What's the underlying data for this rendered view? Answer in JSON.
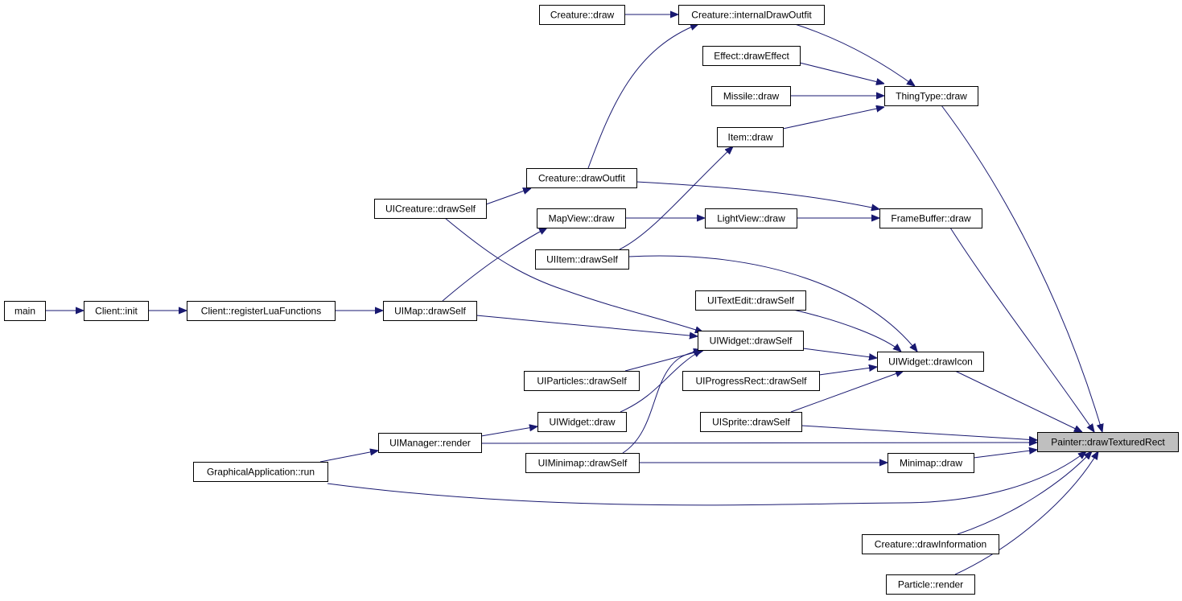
{
  "graph": {
    "target_node": "Painter::drawTexturedRect",
    "colors": {
      "edge": "#191970",
      "node_border": "#000000",
      "node_fill": "#ffffff",
      "target_fill": "#bfbfbf"
    },
    "nodes": [
      {
        "id": "creature_draw",
        "label": "Creature::draw"
      },
      {
        "id": "creature_internalDrawOutfit",
        "label": "Creature::internalDrawOutfit"
      },
      {
        "id": "effect_drawEffect",
        "label": "Effect::drawEffect"
      },
      {
        "id": "missile_draw",
        "label": "Missile::draw"
      },
      {
        "id": "thingtype_draw",
        "label": "ThingType::draw"
      },
      {
        "id": "item_draw",
        "label": "Item::draw"
      },
      {
        "id": "creature_drawOutfit",
        "label": "Creature::drawOutfit"
      },
      {
        "id": "uicreature_drawSelf",
        "label": "UICreature::drawSelf"
      },
      {
        "id": "mapview_draw",
        "label": "MapView::draw"
      },
      {
        "id": "lightview_draw",
        "label": "LightView::draw"
      },
      {
        "id": "framebuffer_draw",
        "label": "FrameBuffer::draw"
      },
      {
        "id": "uiitem_drawSelf",
        "label": "UIItem::drawSelf"
      },
      {
        "id": "main",
        "label": "main"
      },
      {
        "id": "client_init",
        "label": "Client::init"
      },
      {
        "id": "client_registerLuaFunctions",
        "label": "Client::registerLuaFunctions"
      },
      {
        "id": "uimap_drawSelf",
        "label": "UIMap::drawSelf"
      },
      {
        "id": "uitextedit_drawSelf",
        "label": "UITextEdit::drawSelf"
      },
      {
        "id": "uiwidget_drawSelf",
        "label": "UIWidget::drawSelf"
      },
      {
        "id": "uiwidget_drawIcon",
        "label": "UIWidget::drawIcon"
      },
      {
        "id": "uiparticles_drawSelf",
        "label": "UIParticles::drawSelf"
      },
      {
        "id": "uiprogressrect_drawSelf",
        "label": "UIProgressRect::drawSelf"
      },
      {
        "id": "uisprite_drawSelf",
        "label": "UISprite::drawSelf"
      },
      {
        "id": "uiwidget_draw",
        "label": "UIWidget::draw"
      },
      {
        "id": "uimanager_render",
        "label": "UIManager::render"
      },
      {
        "id": "painter_drawTexturedRect",
        "label": "Painter::drawTexturedRect"
      },
      {
        "id": "uiminimap_drawSelf",
        "label": "UIMinimap::drawSelf"
      },
      {
        "id": "minimap_draw",
        "label": "Minimap::draw"
      },
      {
        "id": "graphicalapplication_run",
        "label": "GraphicalApplication::run"
      },
      {
        "id": "creature_drawInformation",
        "label": "Creature::drawInformation"
      },
      {
        "id": "particle_render",
        "label": "Particle::render"
      }
    ],
    "edges": [
      {
        "from": "creature_draw",
        "to": "creature_internalDrawOutfit"
      },
      {
        "from": "creature_drawOutfit",
        "to": "creature_internalDrawOutfit"
      },
      {
        "from": "creature_internalDrawOutfit",
        "to": "thingtype_draw"
      },
      {
        "from": "effect_drawEffect",
        "to": "thingtype_draw"
      },
      {
        "from": "missile_draw",
        "to": "thingtype_draw"
      },
      {
        "from": "item_draw",
        "to": "thingtype_draw"
      },
      {
        "from": "uiitem_drawSelf",
        "to": "item_draw"
      },
      {
        "from": "uicreature_drawSelf",
        "to": "creature_drawOutfit"
      },
      {
        "from": "creature_drawOutfit",
        "to": "framebuffer_draw"
      },
      {
        "from": "mapview_draw",
        "to": "lightview_draw"
      },
      {
        "from": "lightview_draw",
        "to": "framebuffer_draw"
      },
      {
        "from": "uimap_drawSelf",
        "to": "mapview_draw"
      },
      {
        "from": "main",
        "to": "client_init"
      },
      {
        "from": "client_init",
        "to": "client_registerLuaFunctions"
      },
      {
        "from": "client_registerLuaFunctions",
        "to": "uimap_drawSelf"
      },
      {
        "from": "uicreature_drawSelf",
        "to": "uiwidget_drawSelf"
      },
      {
        "from": "uimap_drawSelf",
        "to": "uiwidget_drawSelf"
      },
      {
        "from": "uiparticles_drawSelf",
        "to": "uiwidget_drawSelf"
      },
      {
        "from": "uiwidget_draw",
        "to": "uiwidget_drawSelf"
      },
      {
        "from": "uiminimap_drawSelf",
        "to": "uiwidget_drawSelf"
      },
      {
        "from": "uiitem_drawSelf",
        "to": "uiwidget_drawIcon"
      },
      {
        "from": "uitextedit_drawSelf",
        "to": "uiwidget_drawIcon"
      },
      {
        "from": "uiwidget_drawSelf",
        "to": "uiwidget_drawIcon"
      },
      {
        "from": "uiprogressrect_drawSelf",
        "to": "uiwidget_drawIcon"
      },
      {
        "from": "uisprite_drawSelf",
        "to": "uiwidget_drawIcon"
      },
      {
        "from": "uimanager_render",
        "to": "uiwidget_draw"
      },
      {
        "from": "graphicalapplication_run",
        "to": "uimanager_render"
      },
      {
        "from": "uiminimap_drawSelf",
        "to": "minimap_draw"
      },
      {
        "from": "thingtype_draw",
        "to": "painter_drawTexturedRect"
      },
      {
        "from": "framebuffer_draw",
        "to": "painter_drawTexturedRect"
      },
      {
        "from": "uiwidget_drawIcon",
        "to": "painter_drawTexturedRect"
      },
      {
        "from": "uisprite_drawSelf",
        "to": "painter_drawTexturedRect"
      },
      {
        "from": "uimanager_render",
        "to": "painter_drawTexturedRect"
      },
      {
        "from": "minimap_draw",
        "to": "painter_drawTexturedRect"
      },
      {
        "from": "graphicalapplication_run",
        "to": "painter_drawTexturedRect"
      },
      {
        "from": "creature_drawInformation",
        "to": "painter_drawTexturedRect"
      },
      {
        "from": "particle_render",
        "to": "painter_drawTexturedRect"
      }
    ]
  }
}
